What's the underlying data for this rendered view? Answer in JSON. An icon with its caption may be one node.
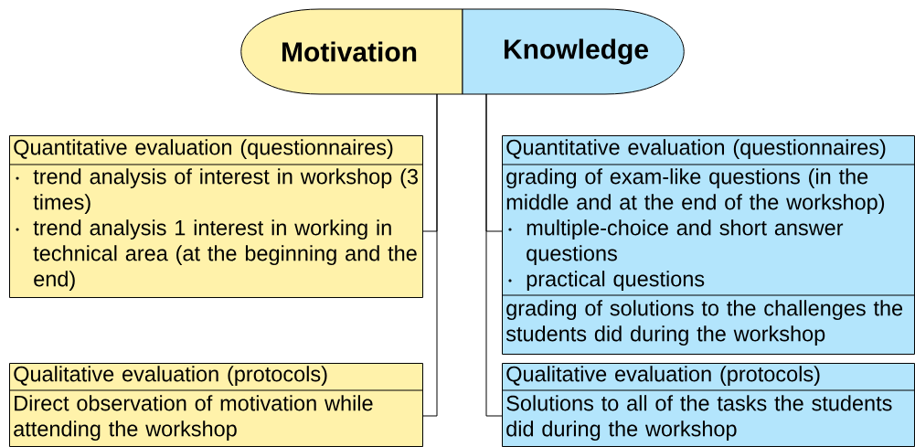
{
  "diagram": {
    "nodes": [
      {
        "text": [
          "Motivation"
        ]
      },
      {
        "text": [
          "Knowledge"
        ]
      },
      {
        "text": [
          "Quantitative evaluation (questionnaires)",
          "trend analysis of interest in workshop (3 times)",
          "trend analysis 1 interest in working in technical area (at the beginning and the end)"
        ]
      },
      {
        "text": [
          "Quantitative evaluation (questionnaires)",
          "grading of exam-like questions (in the middle and at the end of the workshop)",
          "multiple-choice and short answer questions",
          "practical questions",
          "grading of solutions to the challenges the students did during the workshop"
        ]
      },
      {
        "text": [
          "Qualitative evaluation (protocols)",
          "Direct observation of motivation while attending the workshop"
        ]
      },
      {
        "text": [
          "Qualitative evaluation (protocols)",
          "Solutions to all of the tasks the students did during the workshop"
        ]
      }
    ],
    "edges": [
      {
        "from": 0,
        "to": 2,
        "arrow": "none"
      },
      {
        "from": 0,
        "to": 4,
        "arrow": "none"
      },
      {
        "from": 1,
        "to": 3,
        "arrow": "none"
      },
      {
        "from": 1,
        "to": 5,
        "arrow": "none"
      }
    ]
  }
}
